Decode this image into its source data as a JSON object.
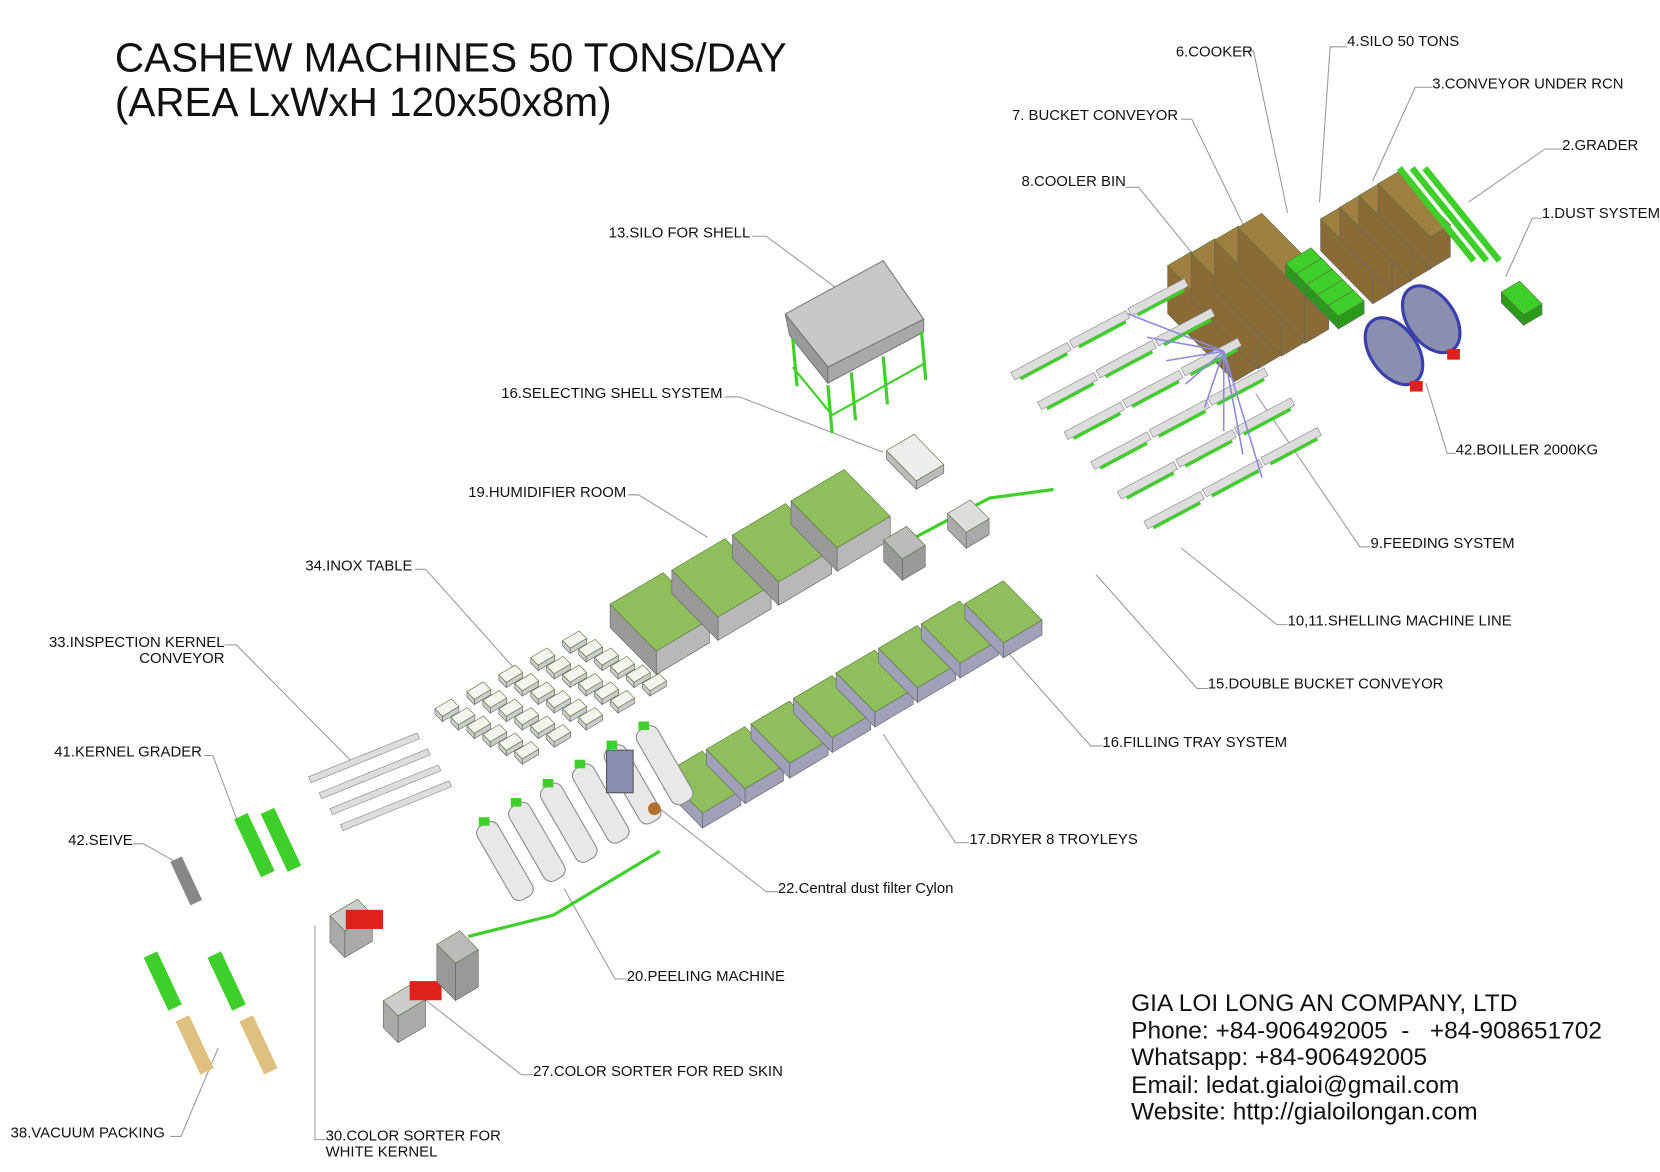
{
  "title": {
    "line1": "CASHEW MACHINES 50 TONS/DAY",
    "line2": "(AREA LxWxH 120x50x8m)"
  },
  "labels": {
    "dust_system": "1.DUST SYSTEM",
    "grader": "2.GRADER",
    "conveyor_under_rcn": "3.CONVEYOR UNDER RCN",
    "silo_50": "4.SILO 50 TONS",
    "cooker": "6.COOKER",
    "bucket_conveyor": "7. BUCKET CONVEYOR",
    "cooler_bin": "8.COOLER BIN",
    "feeding_system": "9.FEEDING SYSTEM",
    "shelling_line": "10,11.SHELLING MACHINE LINE",
    "silo_shell": "13.SILO FOR SHELL",
    "double_bucket": "15.DOUBLE BUCKET CONVEYOR",
    "selecting_shell": "16.SELECTING SHELL SYSTEM",
    "filling_tray": "16.FILLING TRAY SYSTEM",
    "dryer": "17.DRYER 8 TROYLEYS",
    "humidifier": "19.HUMIDIFIER ROOM",
    "peeling": "20.PEELING MACHINE",
    "dust_filter": "22.Central dust filter Cylon",
    "color_sorter_red": "27.COLOR SORTER FOR RED SKIN",
    "color_sorter_white_1": "30.COLOR SORTER FOR",
    "color_sorter_white_2": "WHITE KERNEL",
    "inspection_1": "33.INSPECTION KERNEL",
    "inspection_2": "CONVEYOR",
    "inox_table": "34.INOX TABLE",
    "vacuum_packing": "38.VACUUM PACKING",
    "kernel_grader": "41.KERNEL GRADER",
    "seive": "42.SEIVE",
    "boiler": "42.BOILLER 2000KG"
  },
  "company": {
    "name": "GIA LOI LONG AN COMPANY, LTD",
    "phone": "Phone: +84-906492005  -   +84-908651702",
    "whatsapp": "Whatsapp: +84-906492005",
    "email": "Email: ledat.gialoi@gmail.com",
    "website": "Website: http://gialoilongan.com"
  },
  "colors": {
    "green": "#3fcf2a",
    "room_top": "#8fbf5c",
    "brown": "#8a6a35",
    "grey": "#b8b8b8",
    "red": "#e0201c",
    "blue": "#3a3fae"
  }
}
